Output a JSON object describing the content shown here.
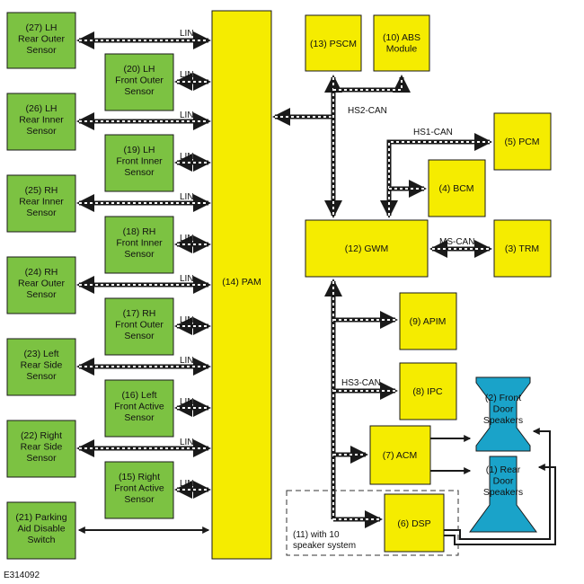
{
  "diagram_id": "E314092",
  "colors": {
    "sensor_fill": "#7cc242",
    "module_fill": "#f5ec00",
    "speaker_fill": "#1aa3c9",
    "stroke": "#1a1a1a"
  },
  "buses": {
    "lin": "LIN",
    "hs2": "HS2-CAN",
    "hs1": "HS1-CAN",
    "ms": "MS-CAN",
    "hs3": "HS3-CAN"
  },
  "sensors": [
    {
      "id": "27",
      "lines": [
        "(27) LH",
        "Rear Outer",
        "Sensor"
      ]
    },
    {
      "id": "20",
      "lines": [
        "(20) LH",
        "Front Outer",
        "Sensor"
      ]
    },
    {
      "id": "26",
      "lines": [
        "(26) LH",
        "Rear Inner",
        "Sensor"
      ]
    },
    {
      "id": "19",
      "lines": [
        "(19) LH",
        "Front Inner",
        "Sensor"
      ]
    },
    {
      "id": "25",
      "lines": [
        "(25) RH",
        "Rear Inner",
        "Sensor"
      ]
    },
    {
      "id": "18",
      "lines": [
        "(18) RH",
        "Front Inner",
        "Sensor"
      ]
    },
    {
      "id": "24",
      "lines": [
        "(24) RH",
        "Rear Outer",
        "Sensor"
      ]
    },
    {
      "id": "17",
      "lines": [
        "(17) RH",
        "Front Outer",
        "Sensor"
      ]
    },
    {
      "id": "23",
      "lines": [
        "(23) Left",
        "Rear Side",
        "Sensor"
      ]
    },
    {
      "id": "16",
      "lines": [
        "(16) Left",
        "Front Active",
        "Sensor"
      ]
    },
    {
      "id": "22",
      "lines": [
        "(22) Right",
        "Rear Side",
        "Sensor"
      ]
    },
    {
      "id": "15",
      "lines": [
        "(15) Right",
        "Front Active",
        "Sensor"
      ]
    },
    {
      "id": "21",
      "lines": [
        "(21) Parking",
        "Aid Disable",
        "Switch"
      ]
    }
  ],
  "modules": {
    "pam": "(14) PAM",
    "pscm": "(13) PSCM",
    "abs": [
      "(10) ABS",
      "Module"
    ],
    "pcm": "(5) PCM",
    "bcm": "(4) BCM",
    "gwm": "(12) GWM",
    "trm": "(3) TRM",
    "apim": "(9) APIM",
    "ipc": "(8) IPC",
    "acm": "(7) ACM",
    "dsp": "(6) DSP"
  },
  "speakers": {
    "front": [
      "(2) Front",
      "Door",
      "Speakers"
    ],
    "rear": [
      "(1) Rear",
      "Door",
      "Speakers"
    ]
  },
  "speaker_system_note": [
    "(11) with 10",
    "speaker system"
  ]
}
